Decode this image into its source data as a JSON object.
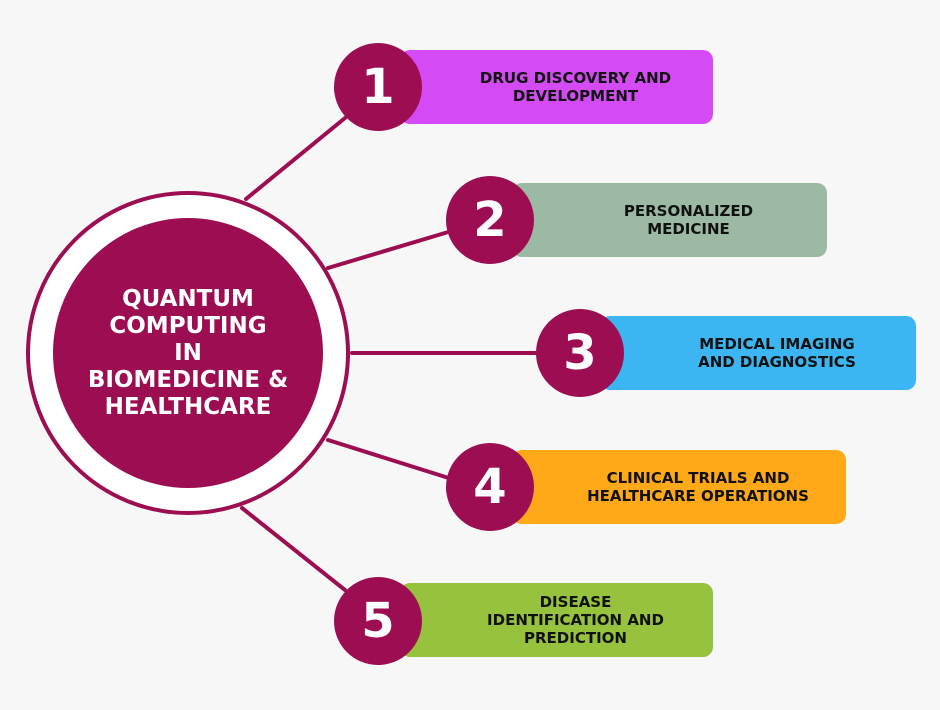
{
  "hub": {
    "lines": [
      "QUANTUM",
      "COMPUTING",
      "IN",
      "BIOMEDICINE &",
      "HEALTHCARE"
    ],
    "color": "#9c0e51"
  },
  "items": [
    {
      "number": "1",
      "lines": [
        "DRUG DISCOVERY AND",
        "DEVELOPMENT"
      ],
      "color": "#d44bf5"
    },
    {
      "number": "2",
      "lines": [
        "PERSONALIZED",
        "MEDICINE"
      ],
      "color": "#9cbaa3"
    },
    {
      "number": "3",
      "lines": [
        "MEDICAL IMAGING",
        "AND DIAGNOSTICS"
      ],
      "color": "#3bb6f2"
    },
    {
      "number": "4",
      "lines": [
        "CLINICAL TRIALS AND",
        "HEALTHCARE OPERATIONS"
      ],
      "color": "#ffa818"
    },
    {
      "number": "5",
      "lines": [
        "DISEASE",
        "IDENTIFICATION AND",
        "PREDICTION"
      ],
      "color": "#96c23d"
    }
  ]
}
